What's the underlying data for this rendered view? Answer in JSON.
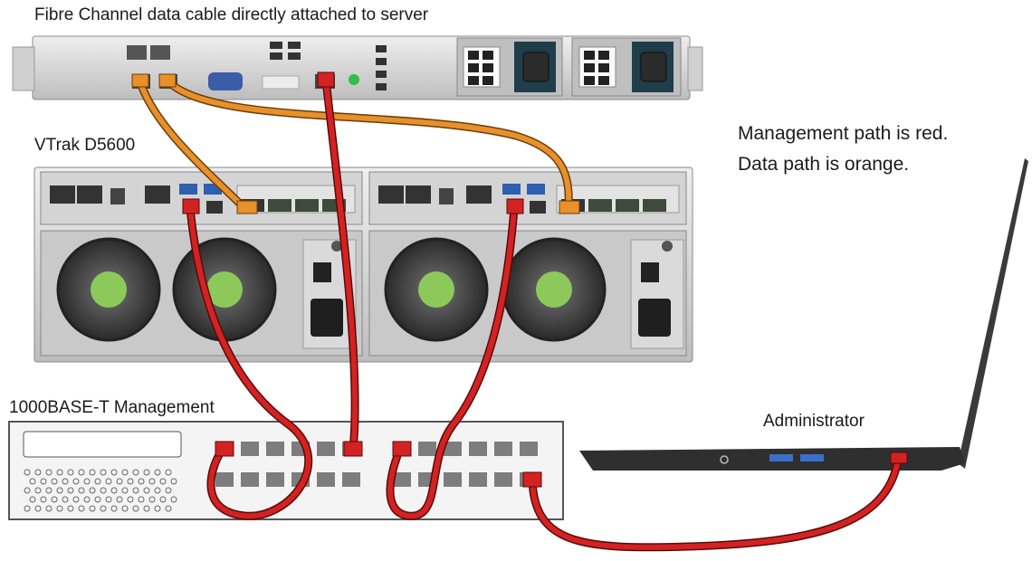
{
  "labels": {
    "server": "Fibre Channel data cable directly attached to server",
    "vtrak": "VTrak D5600",
    "switch": "1000BASE-T Management",
    "admin": "Administrator"
  },
  "legend": {
    "management": "Management path is red.",
    "data": "Data path is orange."
  },
  "colors": {
    "management_path": "#d32222",
    "data_path": "#e8902a",
    "chassis": "#d9d9d9",
    "chassis_dark": "#3a3a3a"
  },
  "icons": [
    "server-chassis",
    "storage-enclosure",
    "fan",
    "power-socket",
    "network-switch",
    "laptop",
    "ethernet-port",
    "fc-port"
  ]
}
